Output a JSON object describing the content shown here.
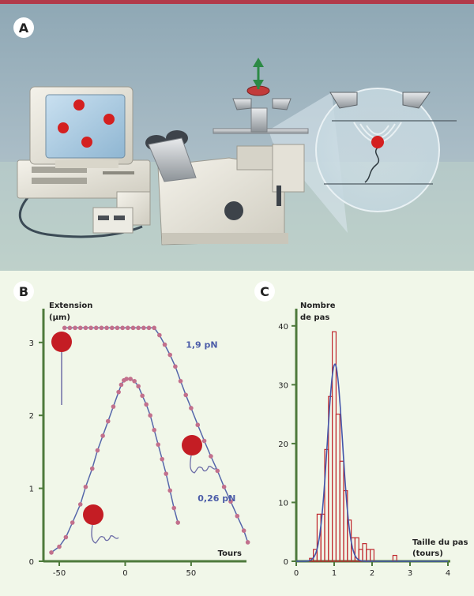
{
  "panels": {
    "a_label": "A",
    "b_label": "B",
    "c_label": "C"
  },
  "chart_data": [
    {
      "type": "line",
      "panel": "B",
      "xlabel": "Tours",
      "ylabel_line1": "Extension",
      "ylabel_line2": "(µm)",
      "xlim": [
        -62,
        92
      ],
      "ylim": [
        0,
        3.55
      ],
      "xticks": [
        -50,
        0,
        50
      ],
      "yticks": [
        0,
        1,
        2,
        3
      ],
      "xtick_labels": [
        "-50",
        "0",
        "50"
      ],
      "ytick_labels": [
        "0",
        "1",
        "2",
        "3"
      ],
      "series": [
        {
          "name": "1,9 pN",
          "color": "#5566aa",
          "points": [
            [
              -46,
              3.2
            ],
            [
              -42,
              3.2
            ],
            [
              -38,
              3.2
            ],
            [
              -34,
              3.2
            ],
            [
              -30,
              3.2
            ],
            [
              -26,
              3.2
            ],
            [
              -22,
              3.2
            ],
            [
              -18,
              3.2
            ],
            [
              -14,
              3.2
            ],
            [
              -10,
              3.2
            ],
            [
              -6,
              3.2
            ],
            [
              -2,
              3.2
            ],
            [
              2,
              3.2
            ],
            [
              6,
              3.2
            ],
            [
              10,
              3.2
            ],
            [
              14,
              3.2
            ],
            [
              18,
              3.2
            ],
            [
              22,
              3.2
            ],
            [
              26,
              3.1
            ],
            [
              30,
              2.97
            ],
            [
              34,
              2.83
            ],
            [
              38,
              2.67
            ],
            [
              42,
              2.47
            ],
            [
              46,
              2.28
            ],
            [
              50,
              2.1
            ],
            [
              55,
              1.87
            ],
            [
              60,
              1.65
            ],
            [
              65,
              1.44
            ],
            [
              70,
              1.24
            ],
            [
              75,
              1.02
            ],
            [
              80,
              0.82
            ],
            [
              85,
              0.62
            ],
            [
              90,
              0.42
            ],
            [
              93,
              0.26
            ]
          ]
        },
        {
          "name": "0,26 pN",
          "color": "#5566aa",
          "points": [
            [
              -56,
              0.12
            ],
            [
              -50,
              0.2
            ],
            [
              -45,
              0.33
            ],
            [
              -40,
              0.53
            ],
            [
              -34,
              0.78
            ],
            [
              -30,
              1.02
            ],
            [
              -25,
              1.27
            ],
            [
              -21,
              1.52
            ],
            [
              -17,
              1.72
            ],
            [
              -13,
              1.92
            ],
            [
              -9,
              2.12
            ],
            [
              -5,
              2.32
            ],
            [
              -3,
              2.42
            ],
            [
              -1,
              2.48
            ],
            [
              1,
              2.5
            ],
            [
              4,
              2.5
            ],
            [
              7,
              2.47
            ],
            [
              10,
              2.4
            ],
            [
              13,
              2.27
            ],
            [
              16,
              2.15
            ],
            [
              19,
              2.0
            ],
            [
              22,
              1.8
            ],
            [
              25,
              1.6
            ],
            [
              28,
              1.4
            ],
            [
              31,
              1.2
            ],
            [
              34,
              0.97
            ],
            [
              37,
              0.73
            ],
            [
              40,
              0.53
            ]
          ]
        }
      ],
      "annotations": [
        {
          "text": "1,9 pN",
          "x": 46,
          "y": 2.93
        },
        {
          "text": "0,26 pN",
          "x": 55,
          "y": 0.82
        }
      ]
    },
    {
      "type": "bar",
      "panel": "C",
      "xlabel_line1": "Taille du pas",
      "xlabel_line2": "(tours)",
      "ylabel_line1": "Nombre",
      "ylabel_line2": "de pas",
      "xlim": [
        0,
        4
      ],
      "ylim": [
        0,
        44
      ],
      "xticks": [
        0,
        1,
        2,
        3,
        4
      ],
      "yticks": [
        0,
        10,
        20,
        30,
        40
      ],
      "xtick_labels": [
        "0",
        "1",
        "2",
        "3",
        "4"
      ],
      "ytick_labels": [
        "0",
        "10",
        "20",
        "30",
        "40"
      ],
      "bin_width": 0.1,
      "bins": [
        {
          "x": 0.4,
          "count": 0.5
        },
        {
          "x": 0.5,
          "count": 2
        },
        {
          "x": 0.6,
          "count": 8
        },
        {
          "x": 0.7,
          "count": 8
        },
        {
          "x": 0.8,
          "count": 19
        },
        {
          "x": 0.9,
          "count": 28
        },
        {
          "x": 1.0,
          "count": 39
        },
        {
          "x": 1.1,
          "count": 25
        },
        {
          "x": 1.2,
          "count": 17
        },
        {
          "x": 1.3,
          "count": 12
        },
        {
          "x": 1.4,
          "count": 7
        },
        {
          "x": 1.5,
          "count": 4
        },
        {
          "x": 1.6,
          "count": 4
        },
        {
          "x": 1.7,
          "count": 2
        },
        {
          "x": 1.8,
          "count": 3
        },
        {
          "x": 1.9,
          "count": 2
        },
        {
          "x": 2.0,
          "count": 2
        },
        {
          "x": 2.6,
          "count": 1
        }
      ],
      "fit": {
        "type": "gaussian",
        "mean": 1.02,
        "sigma": 0.2,
        "amplitude": 33.5,
        "color": "#4455aa"
      },
      "bar_color": "#c0282e"
    }
  ]
}
